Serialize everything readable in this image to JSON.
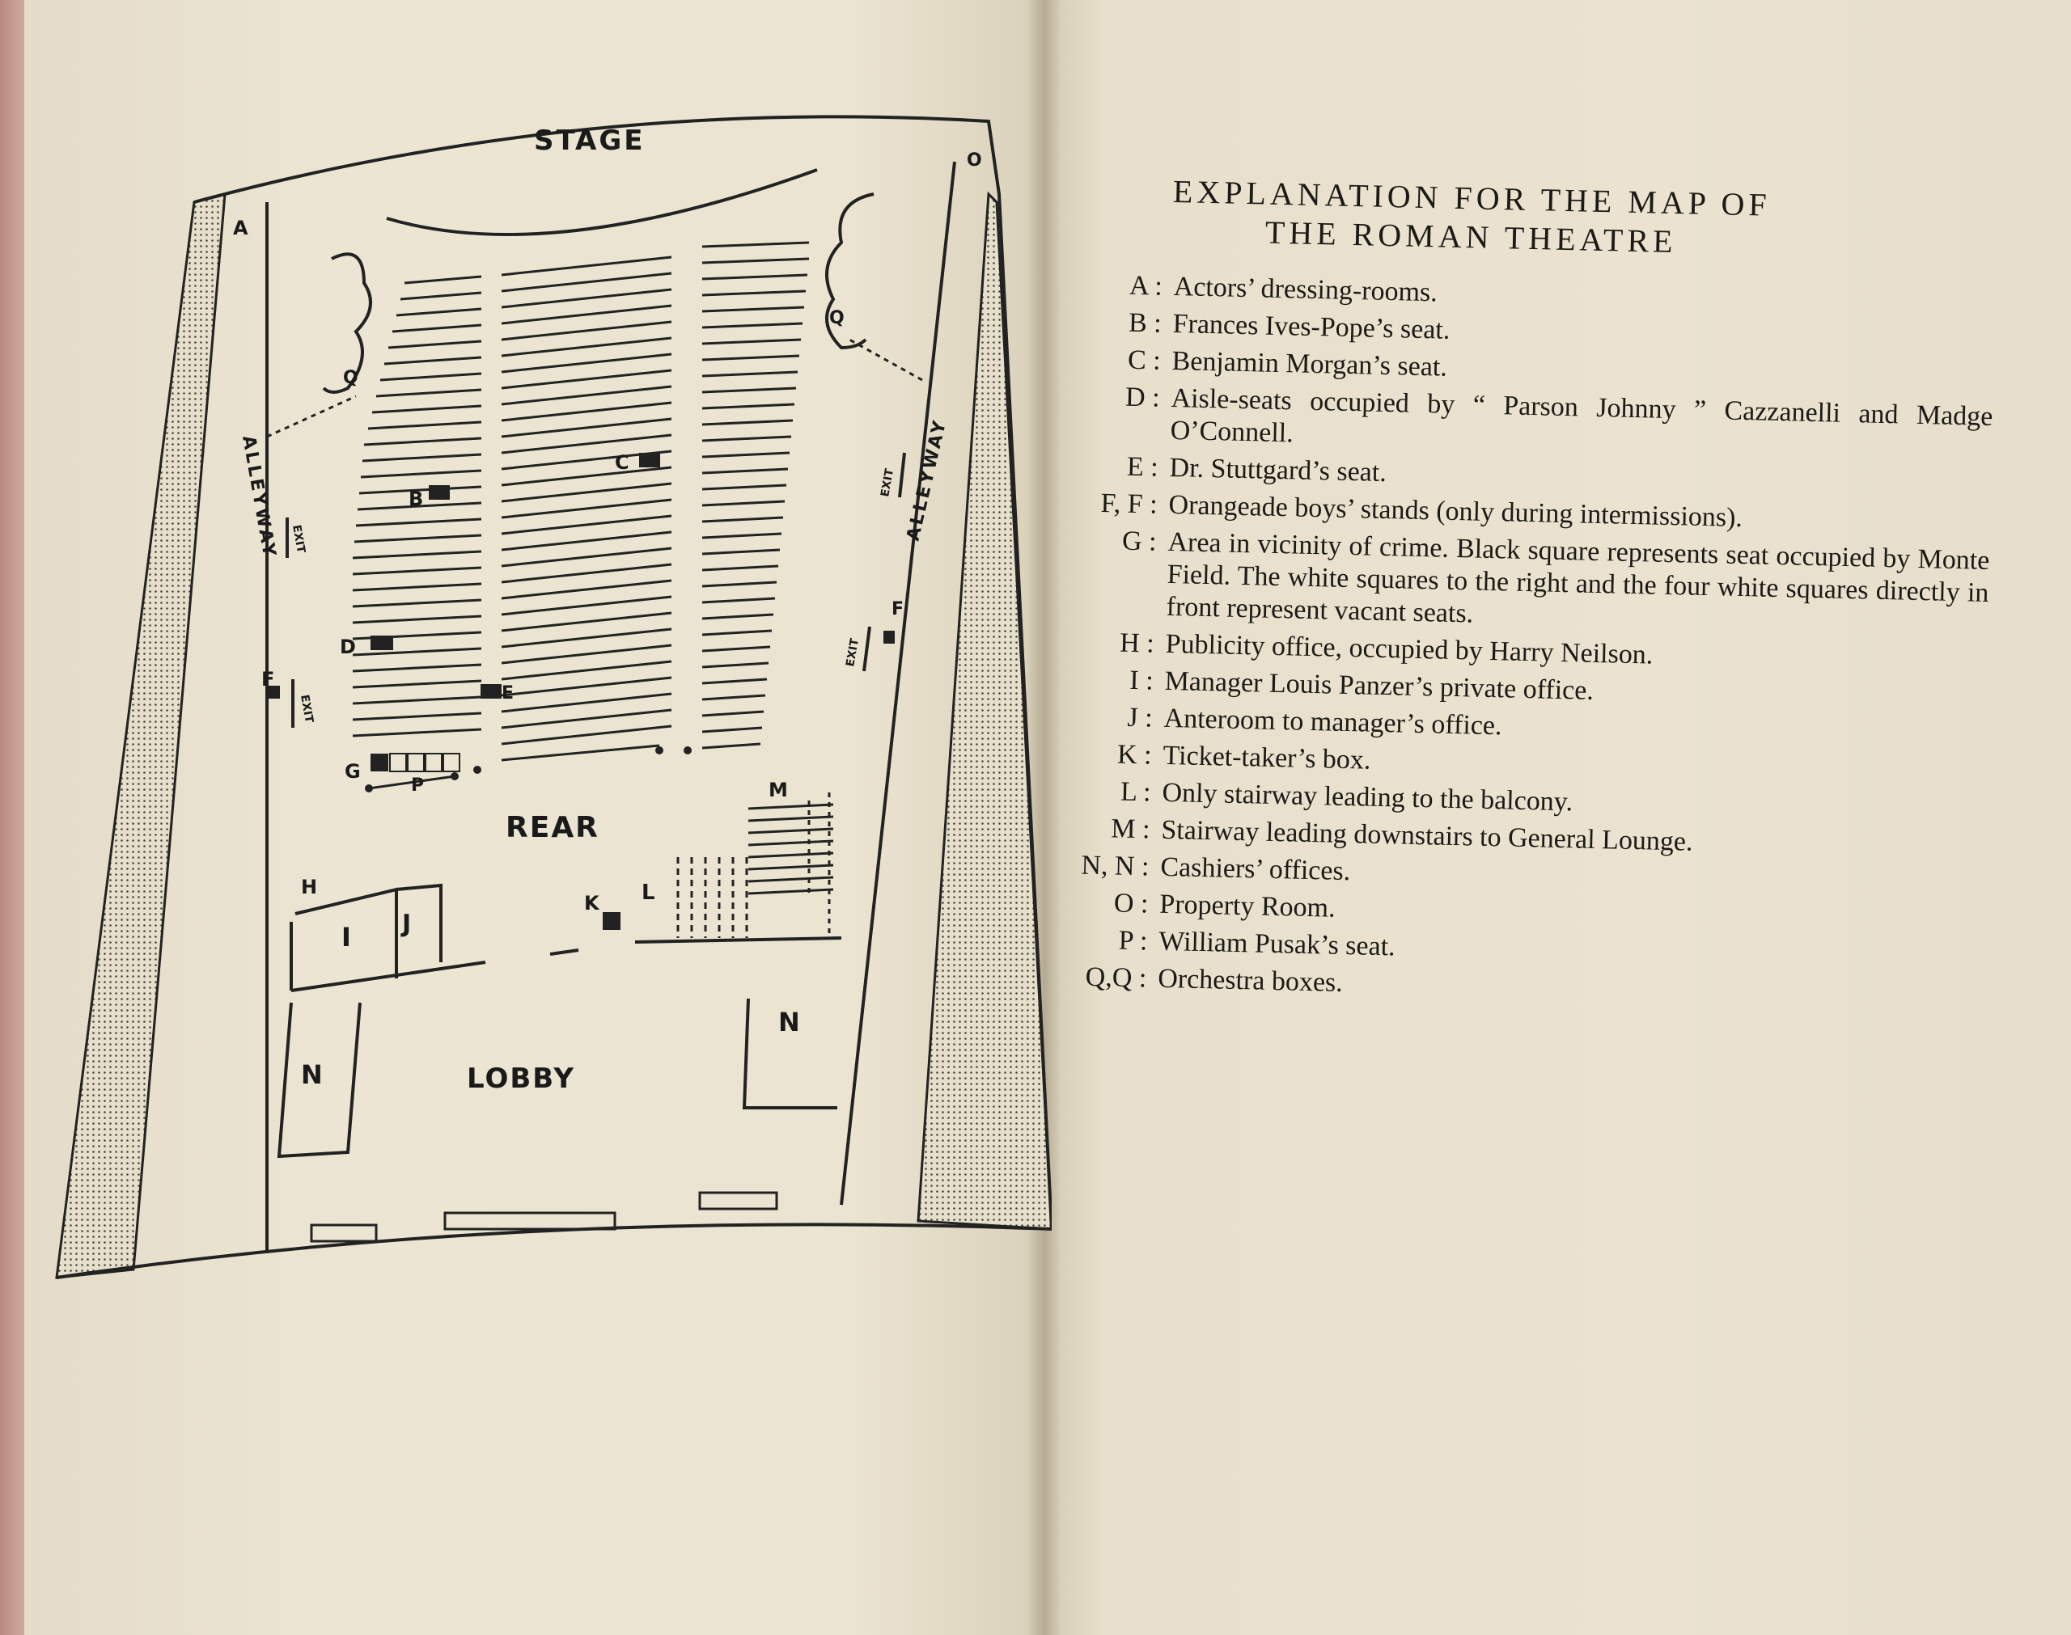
{
  "map": {
    "labels": {
      "stage": "STAGE",
      "rear": "REAR",
      "lobby": "LOBBY",
      "alleyway_left": "ALLEYWAY",
      "alleyway_right": "ALLEYWAY",
      "exit": "EXIT",
      "a": "A",
      "b": "B",
      "c": "C",
      "d": "D",
      "e": "E",
      "f": "F",
      "g": "G",
      "h": "H",
      "i": "I",
      "j": "J",
      "k": "K",
      "l": "L",
      "m": "M",
      "n": "N",
      "o": "O",
      "p": "P",
      "q": "Q"
    }
  },
  "explanation": {
    "title_line1": "EXPLANATION FOR THE MAP OF",
    "title_line2": "THE ROMAN THEATRE",
    "entries": [
      {
        "key": "A :",
        "text": "Actors’ dressing-rooms."
      },
      {
        "key": "B :",
        "text": "Frances Ives-Pope’s seat."
      },
      {
        "key": "C :",
        "text": "Benjamin Morgan’s seat."
      },
      {
        "key": "D :",
        "text": "Aisle-seats occupied by “ Parson Johnny ” Cazzanelli and Madge O’Connell."
      },
      {
        "key": "E :",
        "text": "Dr. Stuttgard’s seat."
      },
      {
        "key": "F, F :",
        "text": "Orangeade boys’ stands (only during intermissions)."
      },
      {
        "key": "G :",
        "text": "Area in vicinity of crime. Black square represents seat occupied by Monte Field. The white squares to the right and the four white squares directly in front represent vacant seats."
      },
      {
        "key": "H :",
        "text": "Publicity office, occupied by Harry Neilson."
      },
      {
        "key": "I :",
        "text": "Manager Louis Panzer’s private office."
      },
      {
        "key": "J :",
        "text": "Anteroom to manager’s office."
      },
      {
        "key": "K :",
        "text": "Ticket-taker’s box."
      },
      {
        "key": "L :",
        "text": "Only stairway leading to the balcony."
      },
      {
        "key": "M :",
        "text": "Stairway leading downstairs to General Lounge."
      },
      {
        "key": "N, N :",
        "text": "Cashiers’ offices."
      },
      {
        "key": "O :",
        "text": "Property Room."
      },
      {
        "key": "P :",
        "text": "William Pusak’s seat."
      },
      {
        "key": "Q,Q :",
        "text": "Orchestra boxes."
      }
    ]
  }
}
